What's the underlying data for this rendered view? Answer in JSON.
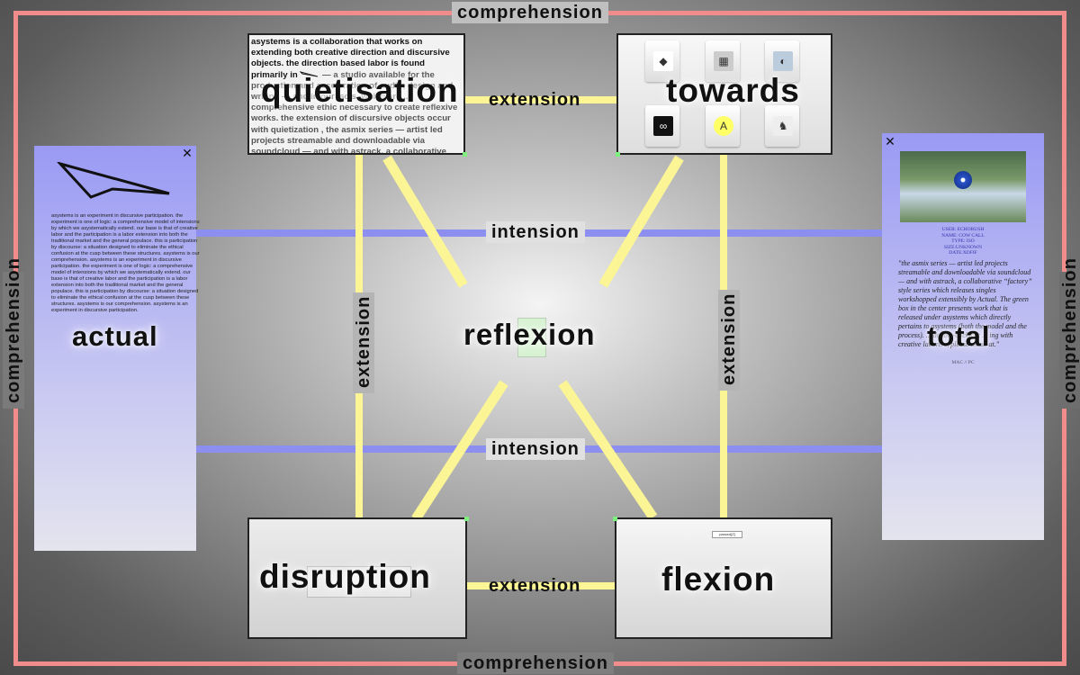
{
  "frame": {
    "top_label": "comprehension",
    "bottom_label": "comprehension",
    "left_label": "comprehension",
    "right_label": "comprehension",
    "color": "#f08c8c"
  },
  "connectors": {
    "top_extension": "extension",
    "bottom_extension": "extension",
    "left_extension": "extension",
    "right_extension": "extension",
    "upper_intension": "intension",
    "lower_intension": "intension",
    "yellow": "#fbf595",
    "blue": "#8d8ff0"
  },
  "nodes": {
    "quietisation": "quietisation",
    "towards": "towards",
    "actual": "actual",
    "total": "total",
    "reflexion": "reflexion",
    "disruption": "disruption",
    "flexion": "flexion"
  },
  "quietisation_window": {
    "body": "asystems is a collaboration that works on extending both creative direction and discursive objects. the direction based labor is found primarily in ",
    "body2": " — a studio available for the production and acceleration of audio, design and writing — and in our iso's, which are ... comprehensive ethic necessary to create reflexive works. the extension of discursive objects occur with quietization , the asmix series — artist led projects streamable and downloadable via soundcloud — and with astrack, a collaborative “factory” style series which releases singles workshopped extensibly by"
  },
  "towards_window": {
    "icons": [
      "file-icon-1",
      "file-icon-2",
      "file-icon-3",
      "file-icon-4",
      "file-icon-5",
      "file-icon-6"
    ]
  },
  "actual_panel": {
    "close": "✕",
    "text": "asystems is an experiment in discursive participation. the experiment is one of logic: a comprehensive model of intensions by which we asystematically extend. our base is that of creative labor and the participation is a labor extension into both the traditional market and the general populace. this is participation by discourse: a situation designed to eliminate the ethical confusion at the cusp between these structures. asystems is our comprehension. asystems is an experiment in discursive participation. the experiment is one of logic: a comprehensive model of intensions by which we asystematically extend. our base is that of creative labor and the participation is a labor extension into both the traditional market and the general populace. this is participation by discourse: a situation designed to eliminate the ethical confusion at the cusp between these structures. asystems is our comprehension. asystems is an experiment in discursive participation."
  },
  "total_panel": {
    "close": "✕",
    "meta": [
      "USER: ECHORUSH",
      "NAME: COW CALL",
      "TYPE: ISO",
      "SIZE:UNKNOWN",
      "DATE:XDFIF"
    ],
    "text": "\"the asmix series — artist led projects streamable and downloadable via soundcloud — and with astrack, a collaborative “factory” style series which releases singles workshopped extensibly by Actual. The green box in the center presents work that is released under asystems which directly pertains to asystems (both the model and the process). ... double-clicking; ... ing with creative laborers, please email at.\"",
    "footer": "MAC // PC"
  },
  "flexion_window": {
    "bar_label": "passed[Z]"
  }
}
